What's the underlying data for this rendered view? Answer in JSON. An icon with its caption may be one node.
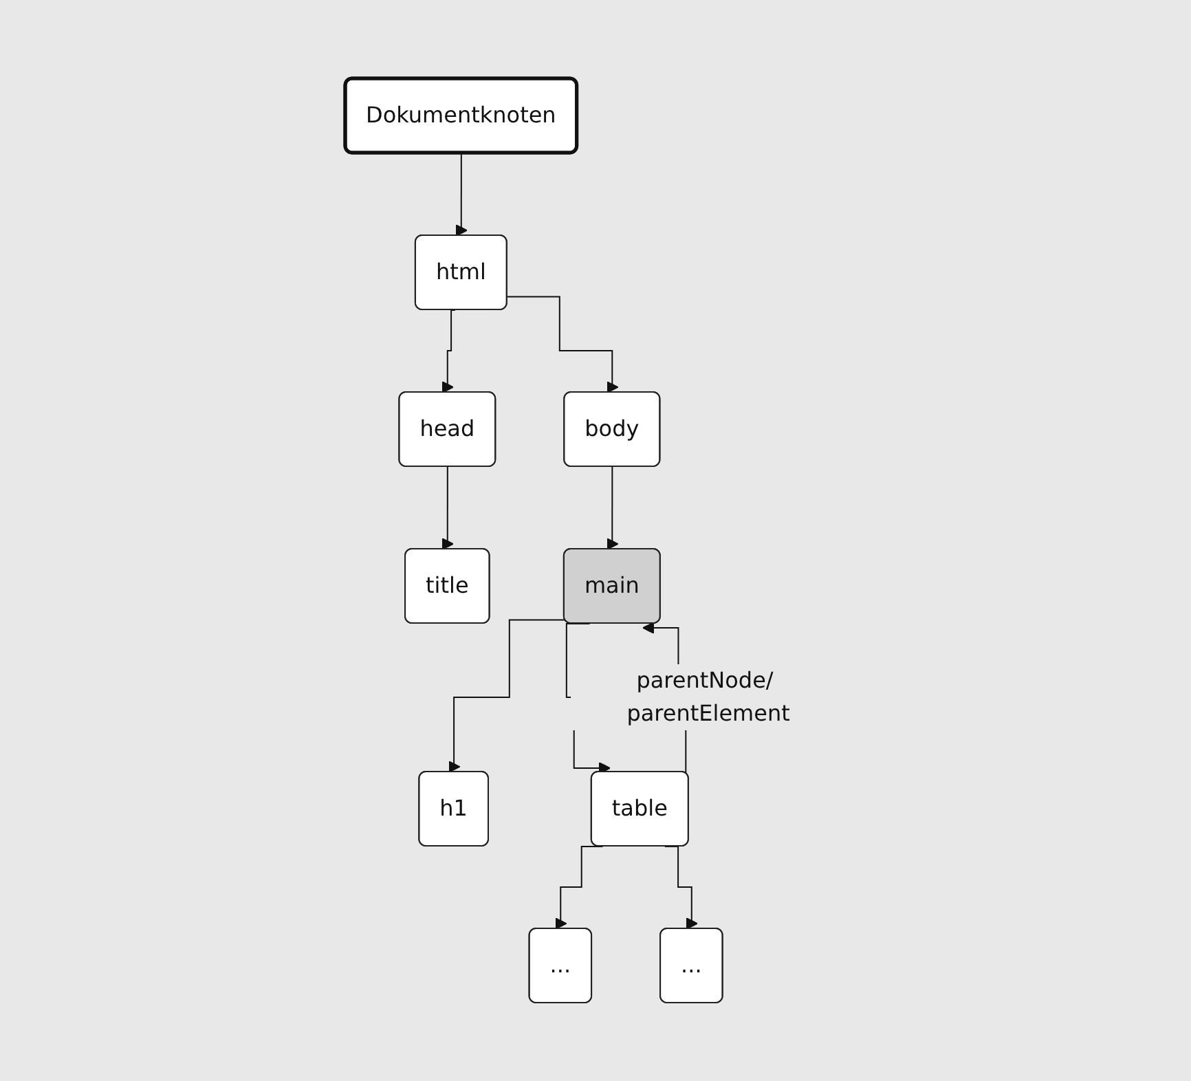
{
  "diagram": {
    "nodes": [
      {
        "text": [
          "Dokumentknoten"
        ]
      },
      {
        "text": [
          "html"
        ]
      },
      {
        "text": [
          "head"
        ]
      },
      {
        "text": [
          "body"
        ]
      },
      {
        "text": [
          "title"
        ]
      },
      {
        "text": [
          "main"
        ]
      },
      {
        "text": [
          "h1"
        ]
      },
      {
        "text": [
          "table"
        ]
      },
      {
        "text": [
          "..."
        ]
      },
      {
        "text": [
          "..."
        ]
      }
    ],
    "edges": [
      {
        "from": 0,
        "to": 1,
        "arrow": "to"
      },
      {
        "from": 1,
        "to": 2,
        "arrow": "to"
      },
      {
        "from": 1,
        "to": 3,
        "arrow": "to"
      },
      {
        "from": 2,
        "to": 4,
        "arrow": "to"
      },
      {
        "from": 3,
        "to": 5,
        "arrow": "to"
      },
      {
        "from": 5,
        "to": 6,
        "arrow": "to"
      },
      {
        "from": 5,
        "to": 7,
        "arrow": "to"
      },
      {
        "from": 7,
        "to": 5,
        "arrow": "to",
        "label": "parentNode/ parentElement"
      },
      {
        "from": 7,
        "to": 8,
        "arrow": "to"
      },
      {
        "from": 7,
        "to": 9,
        "arrow": "to"
      }
    ]
  }
}
